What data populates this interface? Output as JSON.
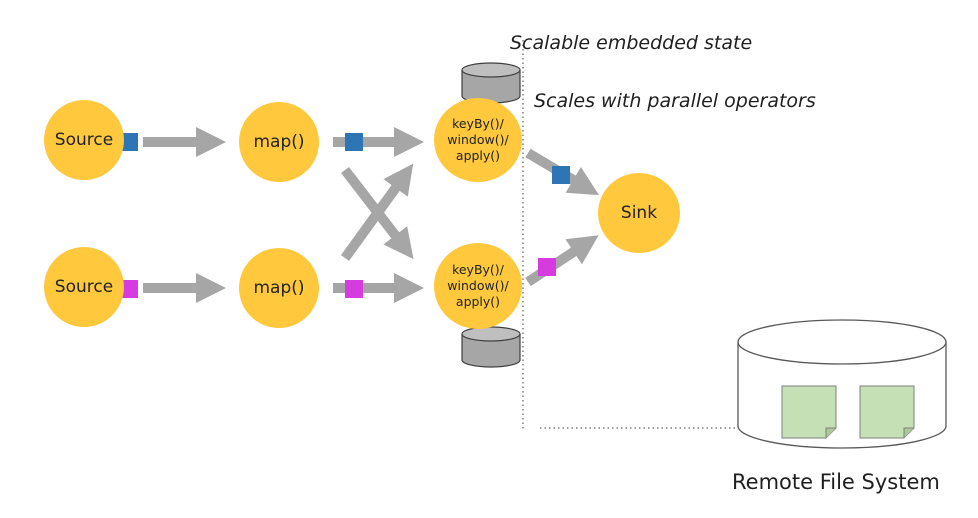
{
  "colors": {
    "operator": "#FFC83D",
    "arrow": "#A6A6A6",
    "partition_blue": "#2E75B6",
    "partition_magenta": "#D63BE0",
    "state_store": "#A6A6A6",
    "file": "#C5E0B4",
    "divider": "#7F7F7F"
  },
  "annotations": {
    "embedded_state": "Scalable embedded state",
    "parallel": "Scales with parallel operators"
  },
  "nodes": {
    "source_1": "Source",
    "source_2": "Source",
    "map_1": "map()",
    "map_2": "map()",
    "window_1": "keyBy()/\nwindow()/\napply()",
    "window_2": "keyBy()/\nwindow()/\napply()",
    "sink": "Sink"
  },
  "remote_fs": {
    "label": "Remote File System",
    "file_count": 2
  },
  "icons": [
    "database-icon",
    "document-icon",
    "square-marker-icon",
    "arrow-icon"
  ]
}
